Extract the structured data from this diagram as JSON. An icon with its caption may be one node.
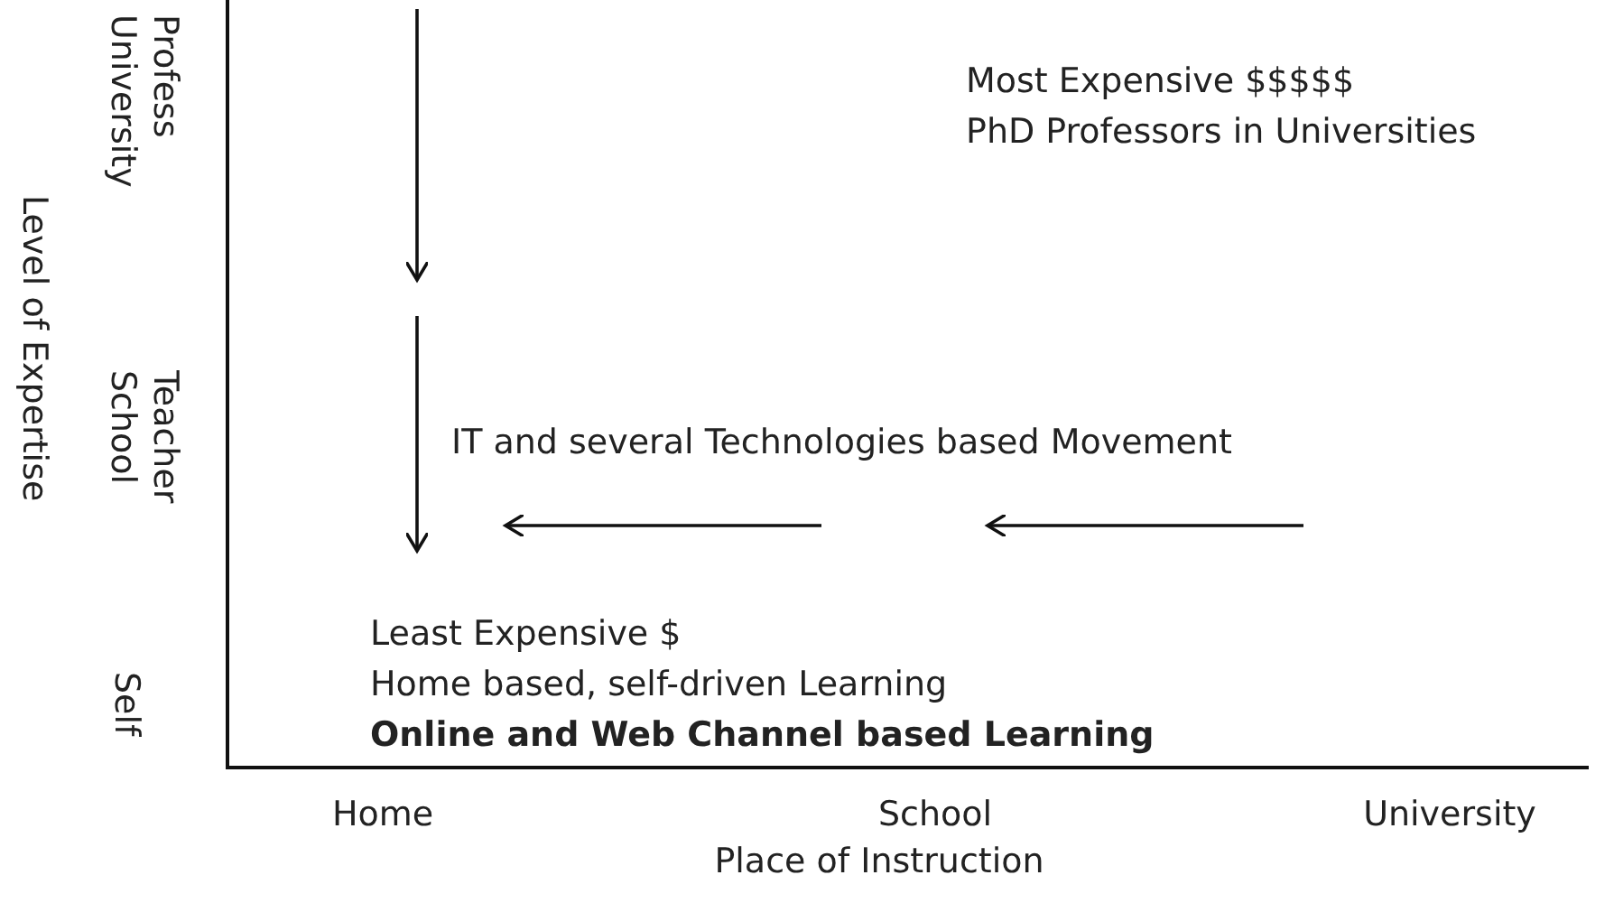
{
  "diagram": {
    "labels": [
      "University Profess",
      "School Teacher",
      "Self",
      "Level of Expertise",
      "Most Expensive $$$$$",
      "PhD Professors in Universities",
      "IT and several Technologies based Movement",
      "Least Expensive $",
      "Home based, self-driven Learning",
      "Online and Web Channel based Learning",
      "Home",
      "School",
      "University",
      "Place of Instruction"
    ]
  }
}
